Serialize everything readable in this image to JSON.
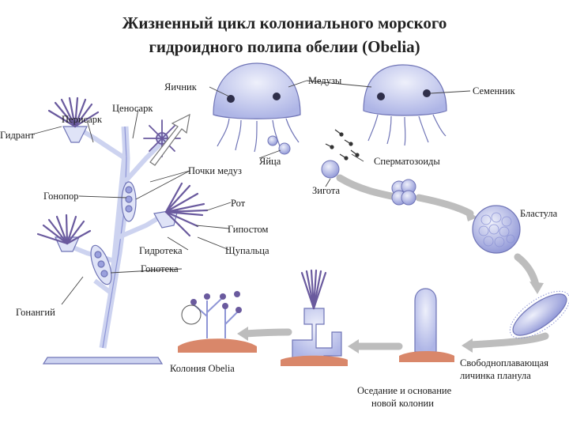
{
  "title": {
    "line1": "Жизненный цикл колониального морского",
    "line2": "гидроидного полипа обелии (Obelia)"
  },
  "labels": {
    "yaichnik": "Яичник",
    "meduzy": "Медузы",
    "semennik": "Семенник",
    "tsenosark": "Ценосарк",
    "perisark": "Перисарк",
    "gidrant": "Гидрант",
    "pochki_meduz": "Почки медуз",
    "yaitsa": "Яйца",
    "spermatozoidy": "Сперматозоиды",
    "zigota": "Зигота",
    "gonopor": "Гонопор",
    "rot": "Рот",
    "blastula": "Бластула",
    "gipostom": "Гипостом",
    "gidroteka": "Гидротека",
    "shchupaltsa": "Щупальца",
    "gonoteka": "Гонотека",
    "gonangiy": "Гонангий",
    "koloniya": "Колония Obelia",
    "planula_line1": "Свободноплавающая",
    "planula_line2": "личинка планула",
    "osedanie_line1": "Оседание и основание",
    "osedanie_line2": "новой колонии"
  },
  "colors": {
    "organism_fill": "#cdd3f0",
    "organism_stroke": "#6f74b6",
    "tentacle": "#6a5a9e",
    "arrow": "#b9b9b9",
    "substrate": "#d9876a"
  }
}
